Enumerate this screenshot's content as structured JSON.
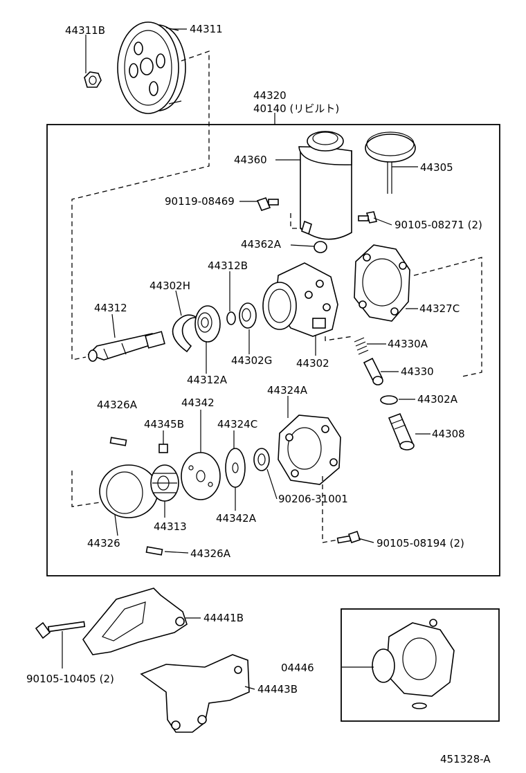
{
  "diagram": {
    "assembly_numbers": [
      "44320",
      "40140 (リビルト)"
    ],
    "parts": {
      "p44311b": "44311B",
      "p44311": "44311",
      "p44360": "44360",
      "p44305": "44305",
      "p90119": "90119-08469",
      "p90105a": "90105-08271 (2)",
      "p44362a": "44362A",
      "p44312b": "44312B",
      "p44302h": "44302H",
      "p44312": "44312",
      "p44327c": "44327C",
      "p44330a": "44330A",
      "p44302g": "44302G",
      "p44302": "44302",
      "p44330": "44330",
      "p44312a": "44312A",
      "p44302a": "44302A",
      "p44326a_top": "44326A",
      "p44342": "44342",
      "p44324a": "44324A",
      "p44345b": "44345B",
      "p44324c": "44324C",
      "p44308": "44308",
      "p90206": "90206-31001",
      "p44313": "44313",
      "p44342a": "44342A",
      "p44326": "44326",
      "p90105b": "90105-08194 (2)",
      "p44326a_bot": "44326A",
      "p44441b": "44441B",
      "p90105c": "90105-10405 (2)",
      "p04446": "04446",
      "p44443b": "44443B"
    },
    "figure_number": "451328-A"
  }
}
